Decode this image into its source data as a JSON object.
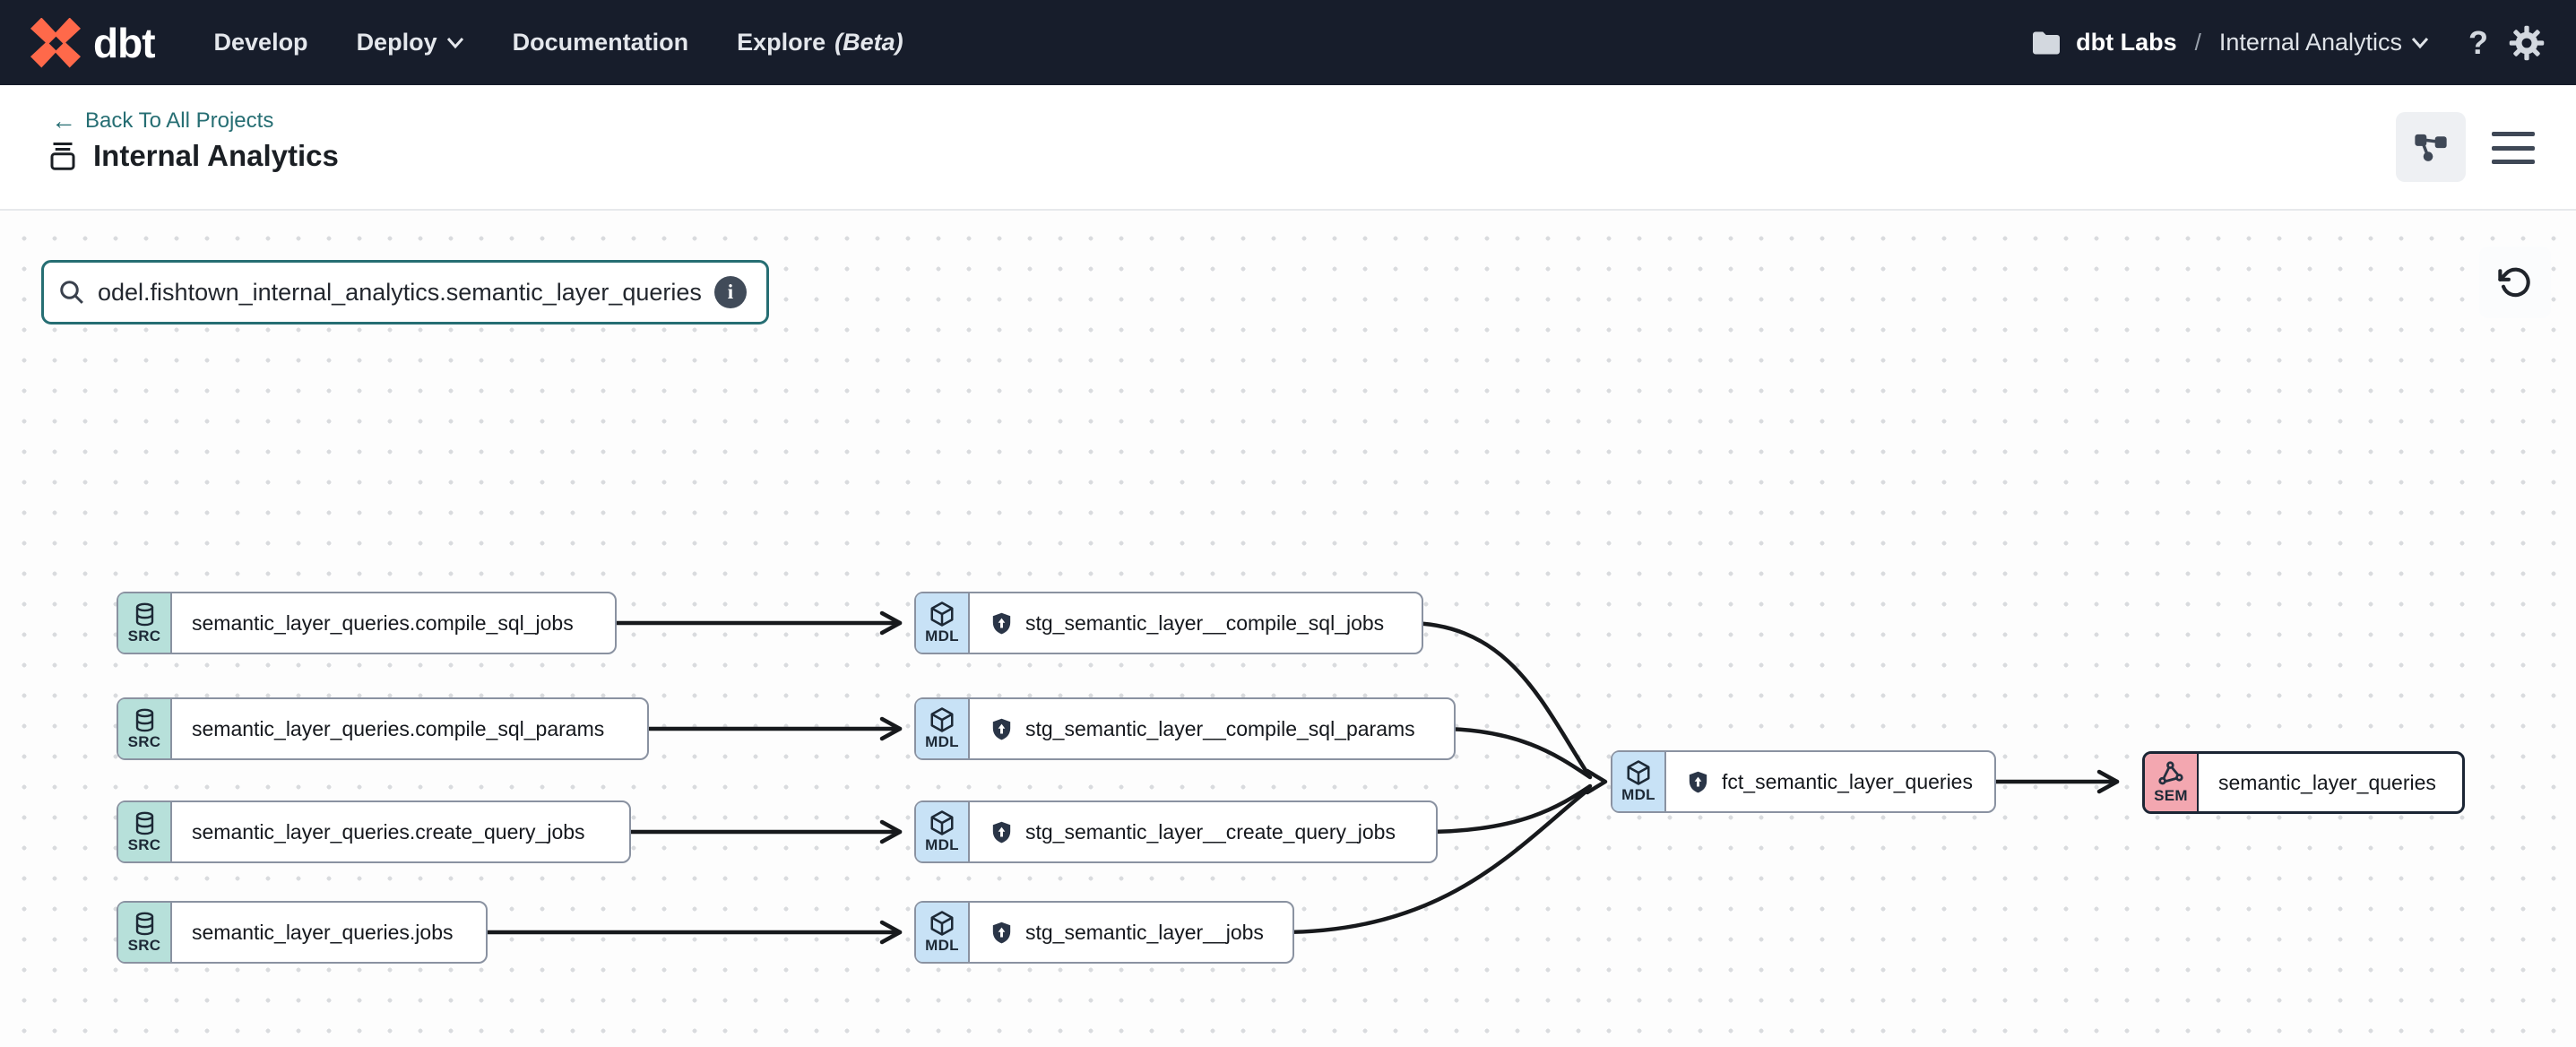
{
  "colors": {
    "brand_orange": "#FF694A",
    "nav_bg": "#171D2B",
    "accent_teal": "#266E73",
    "badge_src": "#B7E0DA",
    "badge_mdl": "#C8E2F6",
    "badge_sem": "#F3A7B0",
    "edge": "#17191C",
    "selected_border": "#1B2534",
    "spellcheck_red": "#E0604D"
  },
  "nav": {
    "brand": "dbt",
    "items": [
      {
        "label": "Develop"
      },
      {
        "label": "Deploy",
        "has_chevron": true
      },
      {
        "label": "Documentation"
      },
      {
        "label": "Explore",
        "suffix": "(Beta)"
      }
    ],
    "account": "dbt Labs",
    "separator": "/",
    "project": "Internal Analytics"
  },
  "header": {
    "back_label": "Back To All Projects",
    "title": "Internal Analytics"
  },
  "canvas": {
    "search": {
      "value": "odel.fishtown_internal_analytics.semantic_layer_queries",
      "info_glyph": "i"
    },
    "nodes": [
      {
        "id": "src1",
        "type": "SRC",
        "label": "semantic_layer_queries.compile_sql_jobs"
      },
      {
        "id": "src2",
        "type": "SRC",
        "label": "semantic_layer_queries.compile_sql_params"
      },
      {
        "id": "src3",
        "type": "SRC",
        "label": "semantic_layer_queries.create_query_jobs"
      },
      {
        "id": "src4",
        "type": "SRC",
        "label": "semantic_layer_queries.jobs"
      },
      {
        "id": "mdl1",
        "type": "MDL",
        "label": "stg_semantic_layer__compile_sql_jobs",
        "shield": true
      },
      {
        "id": "mdl2",
        "type": "MDL",
        "label": "stg_semantic_layer__compile_sql_params",
        "shield": true
      },
      {
        "id": "mdl3",
        "type": "MDL",
        "label": "stg_semantic_layer__create_query_jobs",
        "shield": true
      },
      {
        "id": "mdl4",
        "type": "MDL",
        "label": "stg_semantic_layer__jobs",
        "shield": true
      },
      {
        "id": "fct",
        "type": "MDL",
        "label": "fct_semantic_layer_queries",
        "shield": true
      },
      {
        "id": "sem",
        "type": "SEM",
        "label": "semantic_layer_queries",
        "selected": true
      }
    ]
  }
}
